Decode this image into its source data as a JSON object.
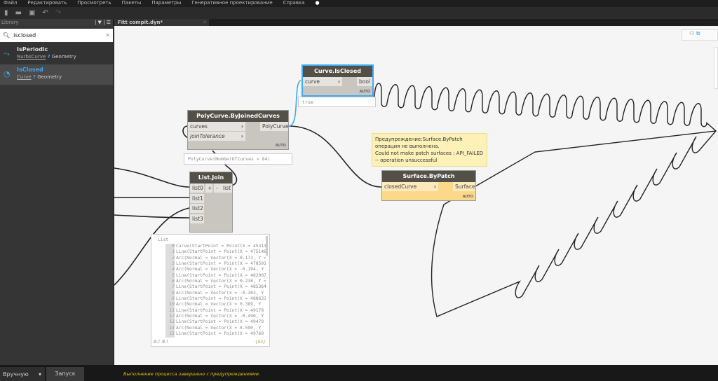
{
  "menu": [
    "Файл",
    "Редактировать",
    "Просмотреть",
    "Пакеты",
    "Параметры",
    "Генеративное проектирование",
    "Справка"
  ],
  "library": {
    "title": "Library",
    "search_value": "isclosed",
    "results": [
      {
        "name": "IsPeriodic",
        "class": "NurbsCurve",
        "category": "Geometry",
        "icon": "nurbs-curve-icon"
      },
      {
        "name": "IsClosed",
        "class": "Curve",
        "category": "Geometry",
        "icon": "curve-icon"
      }
    ]
  },
  "tab": {
    "title": "Fitt compit.dyn*"
  },
  "nodes": {
    "isclosed": {
      "title": "Curve.IsClosed",
      "input": "curve",
      "output": "bool",
      "lacing": "AUTO",
      "preview": "true"
    },
    "polycurve": {
      "title": "PolyCurve.ByJoinedCurves",
      "inputs": [
        "curves",
        "joinTolerance"
      ],
      "output": "PolyCurve",
      "lacing": "AUTO",
      "preview": "PolyCurve(NumberOfCurves = 84)"
    },
    "listjoin": {
      "title": "List.Join",
      "inputs": [
        "list0",
        "list1",
        "list2",
        "list3"
      ],
      "add": "+",
      "remove": "-",
      "output": "list"
    },
    "patch": {
      "title": "Surface.ByPatch",
      "input": "closedCurve",
      "output": "Surface",
      "lacing": "AUTO"
    }
  },
  "warning": {
    "line1": "Предупреждение:Surface.ByPatch операция не выполнена.",
    "line2": "Could not make patch surfaces : API_FAILED -- operation unsuccessful"
  },
  "listview": {
    "header": "List",
    "rows": [
      [
        "0",
        "Curve(StartPoint = Point(X = 45313"
      ],
      [
        "1",
        "Line(StartPoint = Point(X = 475146"
      ],
      [
        "2",
        "Arc(Normal = Vector(X = 0.173, Y ="
      ],
      [
        "3",
        "Line(StartPoint = Point(X = 478591"
      ],
      [
        "4",
        "Arc(Normal = Vector(X = -0.194, Y"
      ],
      [
        "5",
        "Line(StartPoint = Point(X = 482007"
      ],
      [
        "6",
        "Arc(Normal = Vector(X = 0.238, Y ="
      ],
      [
        "7",
        "Line(StartPoint = Point(X = 485364"
      ],
      [
        "8",
        "Arc(Normal = Vector(X = -0.303, Y"
      ],
      [
        "9",
        "Line(StartPoint = Point(X = 488633"
      ],
      [
        "10",
        "Arc(Normal = Vector(X = 0.389, Y"
      ],
      [
        "11",
        "Line(StartPoint = Point(X = 49178"
      ],
      [
        "12",
        "Arc(Normal = Vector(X = -0.490, Y"
      ],
      [
        "13",
        "Line(StartPoint = Point(X = 49479"
      ],
      [
        "14",
        "Arc(Normal = Vector(X = 0.590, Y"
      ],
      [
        "15",
        "Line(StartPoint = Point(X = 49760"
      ]
    ],
    "levels": "@L2 @L1",
    "count": "{84}"
  },
  "footer": {
    "run_mode": "Вручную",
    "run": "Запуск",
    "message": "Выполнение процесса завершено с предупреждениями."
  },
  "colors": {
    "accent": "#3fa9f5",
    "warning": "#fdf1b8",
    "status_text": "#e8c400"
  }
}
